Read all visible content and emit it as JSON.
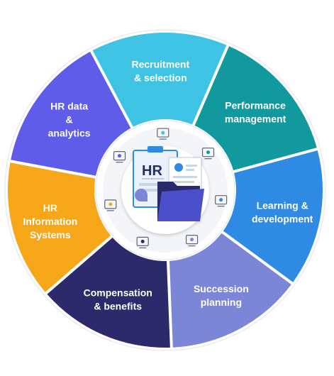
{
  "diagram": {
    "center_badge_text": "HR",
    "center_badge_subtitle": "HUMAN RESOURCES",
    "segments": [
      {
        "lines": [
          "Recruitment",
          "& selection"
        ],
        "color": "#3ec3e4",
        "icon": "megaphone-icon"
      },
      {
        "lines": [
          "Performance",
          "management"
        ],
        "color": "#11999e",
        "icon": "briefcase-chart-icon"
      },
      {
        "lines": [
          "Learning &",
          "development"
        ],
        "color": "#2f8ae3",
        "icon": "presentation-board-icon"
      },
      {
        "lines": [
          "Succession",
          "planning"
        ],
        "color": "#7b86d6",
        "icon": "org-chart-icon"
      },
      {
        "lines": [
          "Compensation",
          "& benefits"
        ],
        "color": "#2c2a6a",
        "icon": "hand-coins-icon"
      },
      {
        "lines": [
          "HR",
          "Information",
          "Systems"
        ],
        "color": "#f6a619",
        "icon": "people-network-icon"
      },
      {
        "lines": [
          "HR data",
          "&",
          "analytics"
        ],
        "color": "#5e5ce8",
        "icon": "analytics-search-icon"
      }
    ]
  }
}
